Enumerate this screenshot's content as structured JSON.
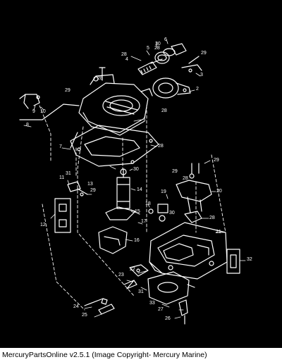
{
  "footer": {
    "text": "MercuryPartsOnline v2.5.1 (Image Copyright- Mercury Marine)"
  },
  "diagram": {
    "background_color": "#000000",
    "line_color": "#ffffff",
    "callouts": [
      "1",
      "2",
      "3",
      "4",
      "5",
      "6",
      "7",
      "8",
      "9",
      "10",
      "11",
      "12",
      "13",
      "14",
      "15",
      "16",
      "17",
      "18",
      "19",
      "20",
      "21",
      "22",
      "23",
      "24",
      "25",
      "26",
      "27",
      "28",
      "29",
      "30",
      "31",
      "32",
      "33"
    ]
  }
}
